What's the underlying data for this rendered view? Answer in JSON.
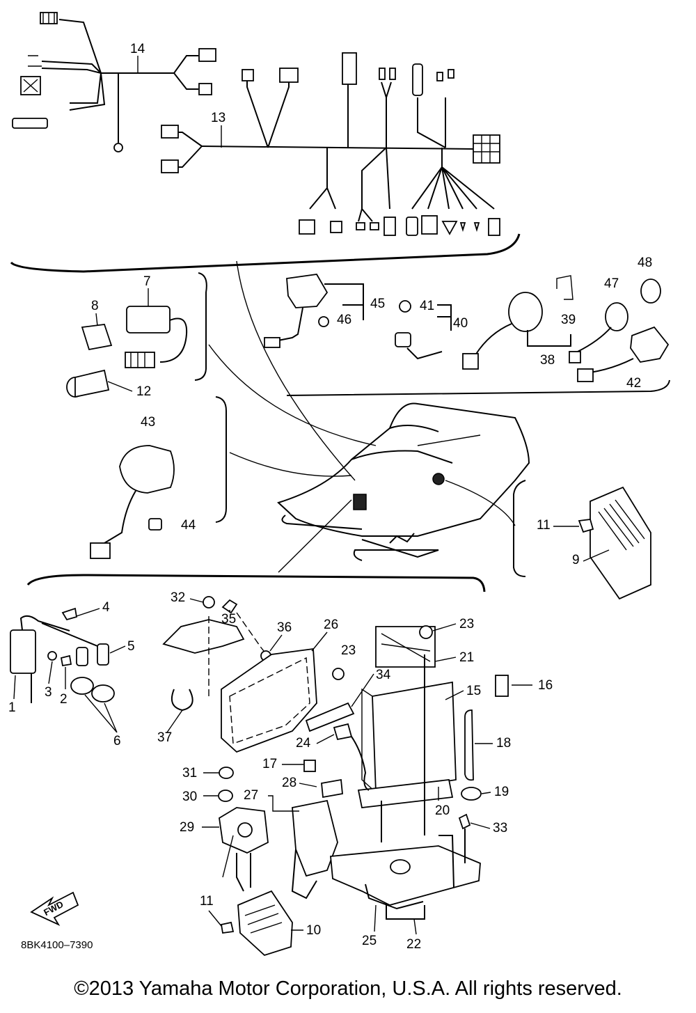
{
  "callouts": {
    "c1": "1",
    "c2": "2",
    "c3": "3",
    "c4": "4",
    "c5": "5",
    "c6": "6",
    "c7": "7",
    "c8": "8",
    "c9": "9",
    "c10": "10",
    "c11a": "11",
    "c11b": "11",
    "c12": "12",
    "c13": "13",
    "c14": "14",
    "c15": "15",
    "c16": "16",
    "c17": "17",
    "c18": "18",
    "c19": "19",
    "c20": "20",
    "c21": "21",
    "c22": "22",
    "c23a": "23",
    "c23b": "23",
    "c24": "24",
    "c25": "25",
    "c26": "26",
    "c27": "27",
    "c28": "28",
    "c29": "29",
    "c30": "30",
    "c31": "31",
    "c32": "32",
    "c33": "33",
    "c34": "34",
    "c35": "35",
    "c36": "36",
    "c37": "37",
    "c38": "38",
    "c39": "39",
    "c40": "40",
    "c41": "41",
    "c42": "42",
    "c43": "43",
    "c44": "44",
    "c45": "45",
    "c46": "46",
    "c47": "47",
    "c48": "48"
  },
  "diagram_code": "8BK4100–7390",
  "fwd_label": "FWD",
  "copyright": "©2013 Yamaha Motor Corporation, U.S.A. All rights reserved."
}
